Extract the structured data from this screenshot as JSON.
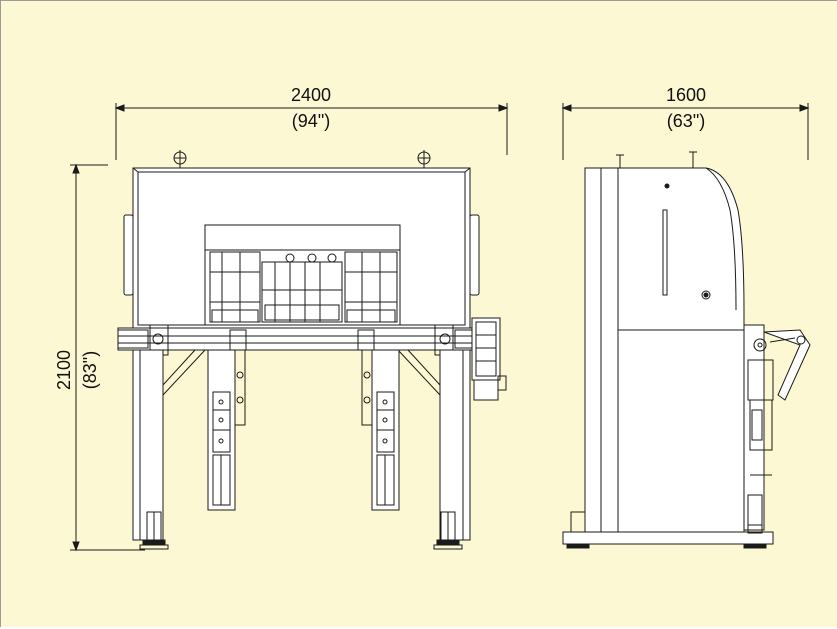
{
  "dimensions": {
    "front_width": {
      "value": "2400",
      "imperial": "(94\")"
    },
    "side_depth": {
      "value": "1600",
      "imperial": "(63\")"
    },
    "height": {
      "value": "2100",
      "imperial": "(83\")"
    }
  },
  "colors": {
    "background": "#fdf8d4",
    "machine_fill": "#ffffff",
    "line": "#1a1a1a",
    "rule": "#9a9a9a"
  },
  "views": [
    "front-view",
    "side-view"
  ]
}
